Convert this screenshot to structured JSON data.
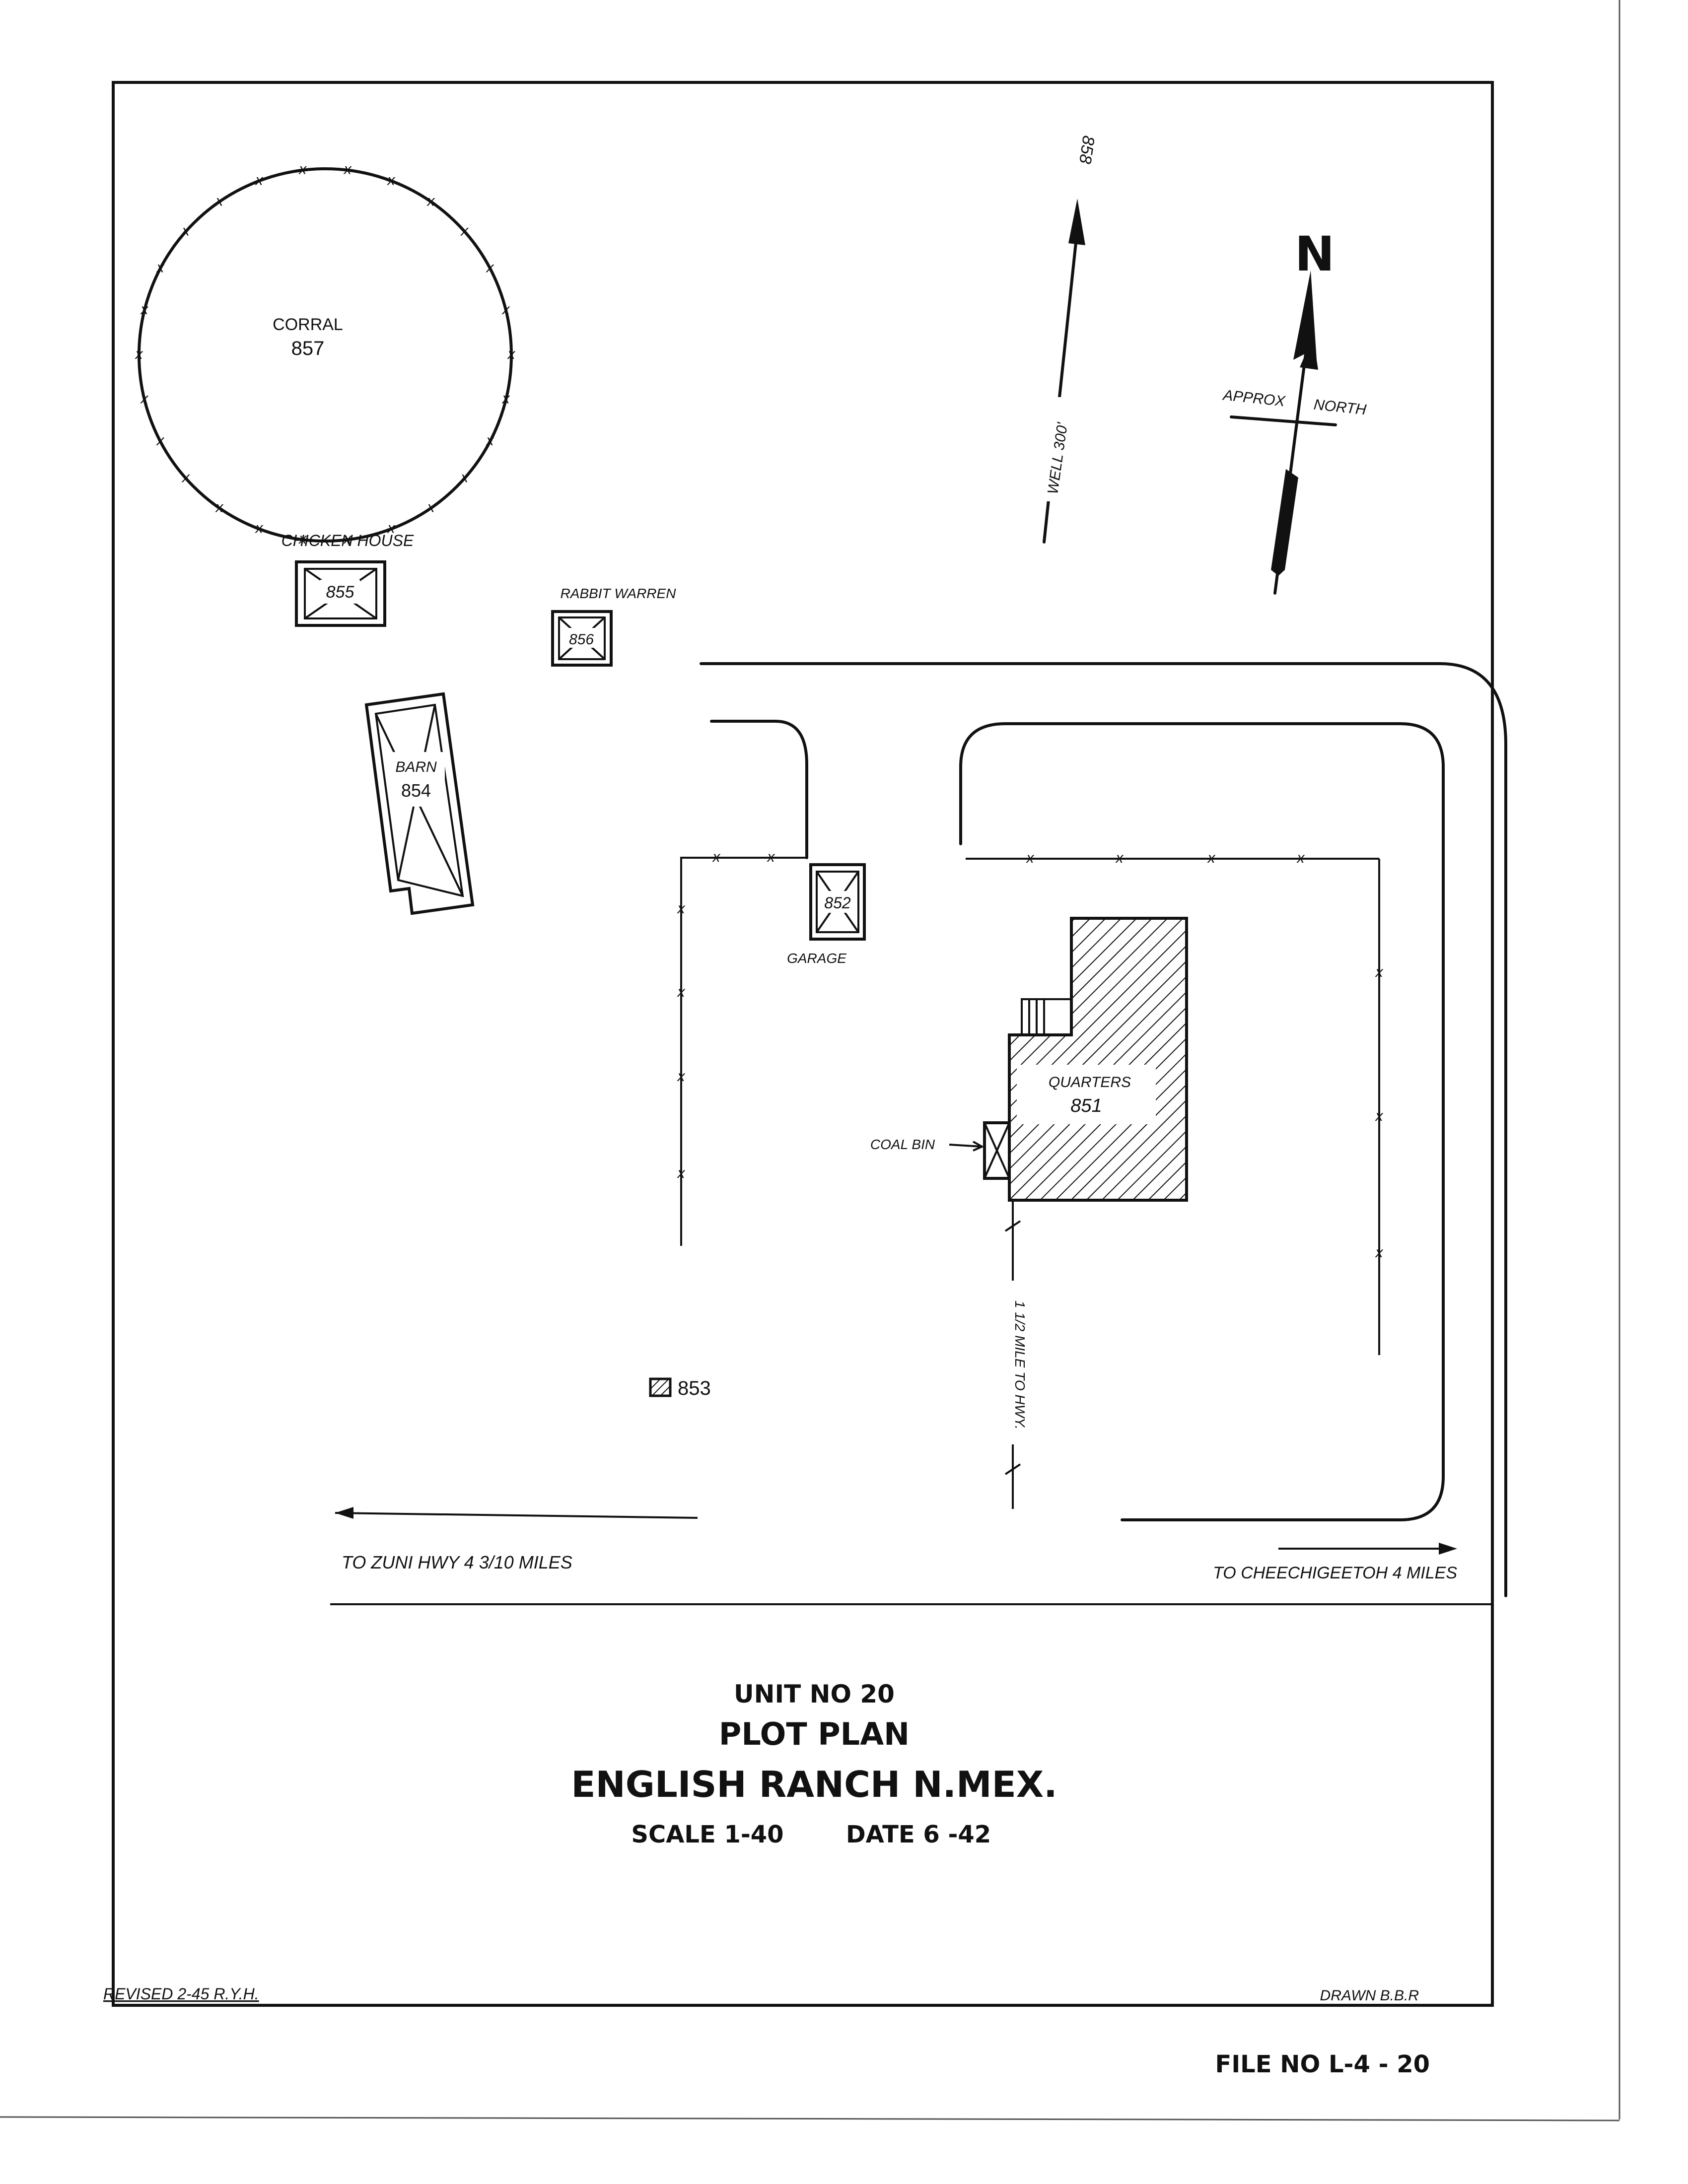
{
  "drawing": {
    "unit": "UNIT NO 20",
    "plan_type": "PLOT PLAN",
    "location": "ENGLISH RANCH N.MEX.",
    "scale": "SCALE 1-40",
    "date": "DATE 6 -42",
    "revised": "REVISED   2-45   R.Y.H.",
    "drawn": "DRAWN B.B.R",
    "file_no": "FILE NO L-4 - 20"
  },
  "structures": {
    "corral": {
      "label": "CORRAL",
      "number": "857"
    },
    "chicken_house": {
      "label": "CHICKEN HOUSE",
      "number": "855"
    },
    "rabbit_warren": {
      "label": "RABBIT WARREN",
      "number": "856"
    },
    "barn": {
      "label": "BARN",
      "number": "854"
    },
    "garage": {
      "label": "GARAGE",
      "number": "852"
    },
    "quarters": {
      "label": "QUARTERS",
      "number": "851"
    },
    "coal_bin": {
      "label": "COAL BIN"
    },
    "outbuilding": {
      "number": "853"
    },
    "well": {
      "label": "WELL 300'",
      "number": "858"
    }
  },
  "fence_marker": "x",
  "north": {
    "letter": "N",
    "left": "APPROX",
    "right": "NORTH"
  },
  "roads": {
    "west": "TO  ZUNI  HWY  4 3/10 MILES",
    "east": "TO CHEECHIGEETOH  4 MILES",
    "hwy": "1 1/2 MILE TO HWY."
  }
}
